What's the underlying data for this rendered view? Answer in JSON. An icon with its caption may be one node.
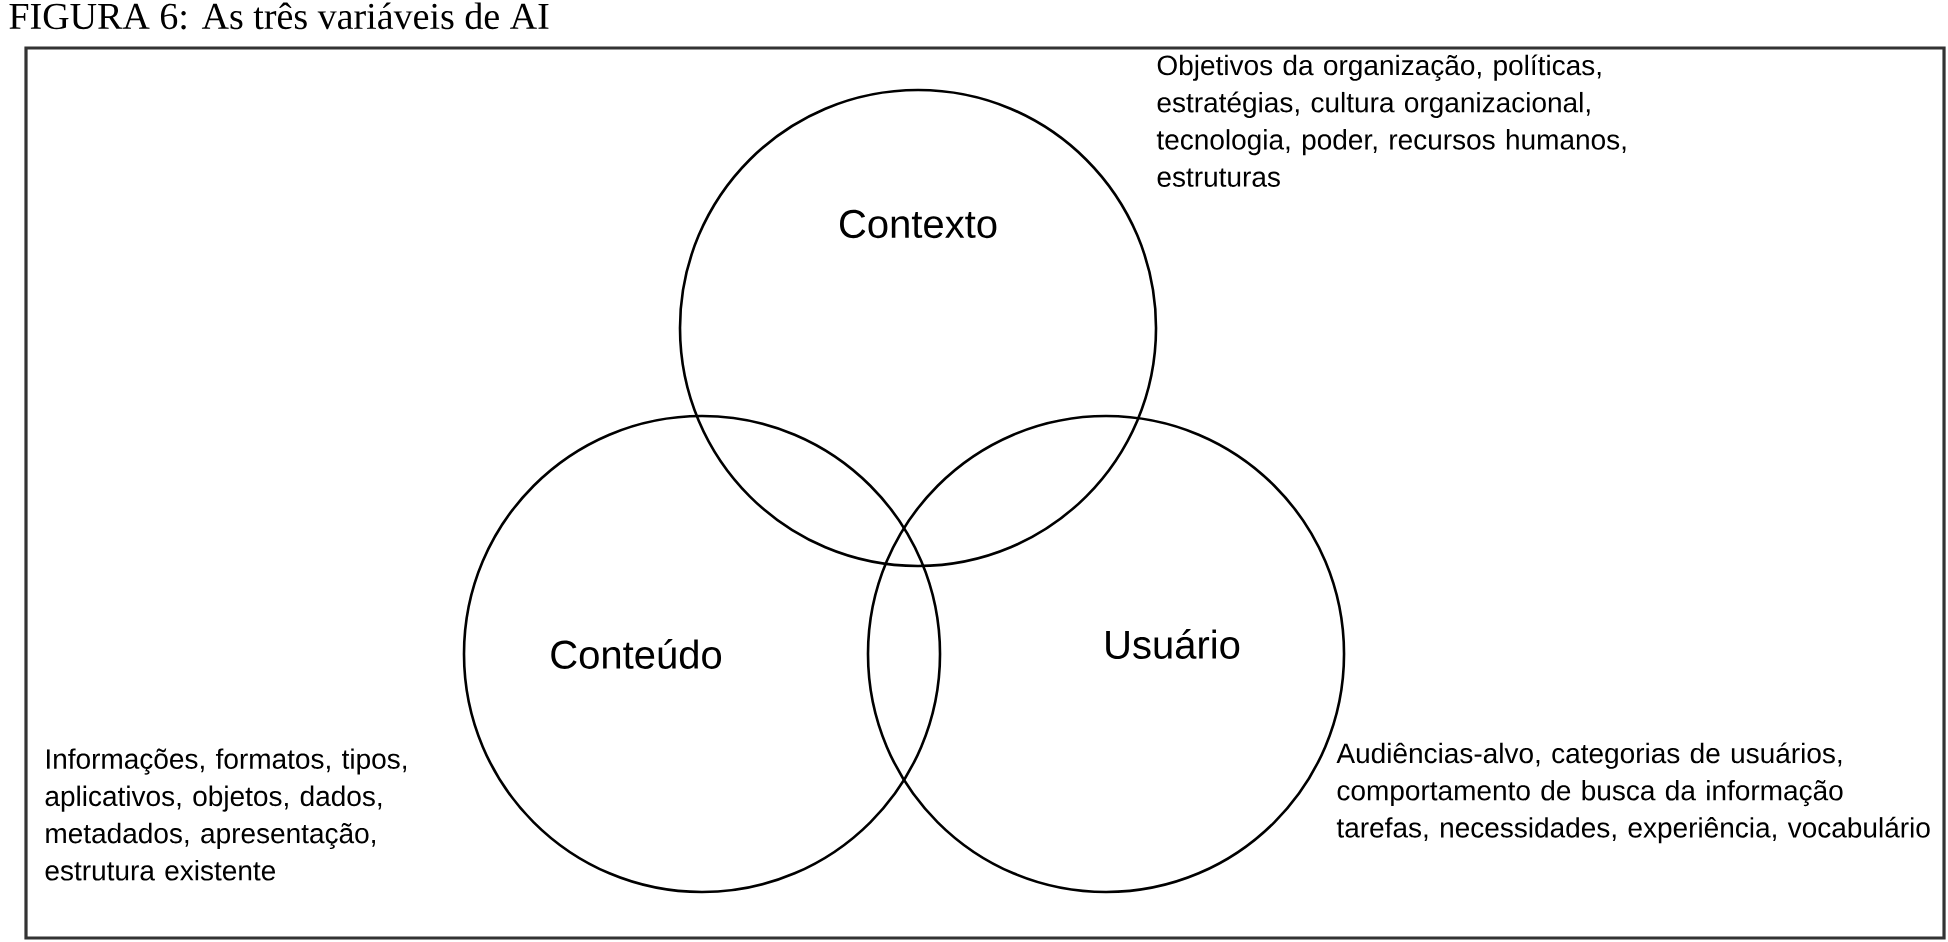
{
  "diagram": {
    "title": "FIGURA 6: As três variáveis de AI",
    "nodes": [
      {
        "text": [
          "Contexto"
        ],
        "beside": [
          "Objetivos da organização, políticas, estratégias, cultura organizacional, tecnologia, poder, recursos humanos, estruturas"
        ]
      },
      {
        "text": [
          "Conteúdo"
        ],
        "beside": [
          "Informações, formatos, tipos, aplicativos, objetos, dados, metadados, apresentação, estrutura existente"
        ]
      },
      {
        "text": [
          "Usuário"
        ],
        "beside": [
          "Audiências-alvo, categorias de usuários, comportamento de busca da informação tarefas, necessidades, experiência, vocabulário"
        ]
      }
    ]
  }
}
